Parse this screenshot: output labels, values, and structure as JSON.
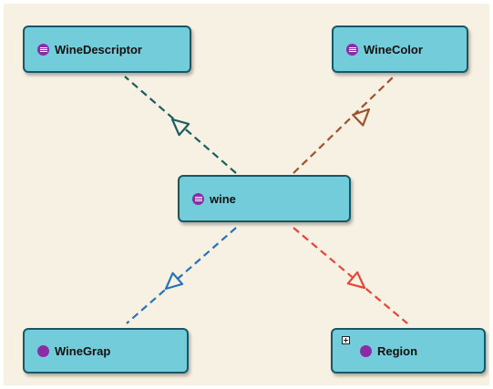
{
  "diagram": {
    "nodes": {
      "wine_descriptor": {
        "label": "WineDescriptor",
        "icon": "enumeration-icon"
      },
      "wine_color": {
        "label": "WineColor",
        "icon": "enumeration-icon"
      },
      "wine": {
        "label": "wine",
        "icon": "enumeration-icon"
      },
      "wine_grap": {
        "label": "WineGrap",
        "icon": "class-icon"
      },
      "region": {
        "label": "Region",
        "icon": "class-icon",
        "expandable": true
      }
    },
    "edges": [
      {
        "from": "wine",
        "to": "WineDescriptor",
        "style": "dashed-open-arrow",
        "color": "#1a5e5e"
      },
      {
        "from": "wine",
        "to": "WineColor",
        "style": "dashed-open-arrow",
        "color": "#a0522d"
      },
      {
        "from": "wine",
        "to": "WineGrap",
        "style": "dashed-open-arrow",
        "color": "#2a72b8"
      },
      {
        "from": "wine",
        "to": "Region",
        "style": "dashed-open-arrow",
        "color": "#e8453c"
      }
    ],
    "colors": {
      "background": "#f6f1e3",
      "node_fill": "#72ccd9",
      "node_border": "#1a5766",
      "icon": "#8b2ca6"
    }
  }
}
